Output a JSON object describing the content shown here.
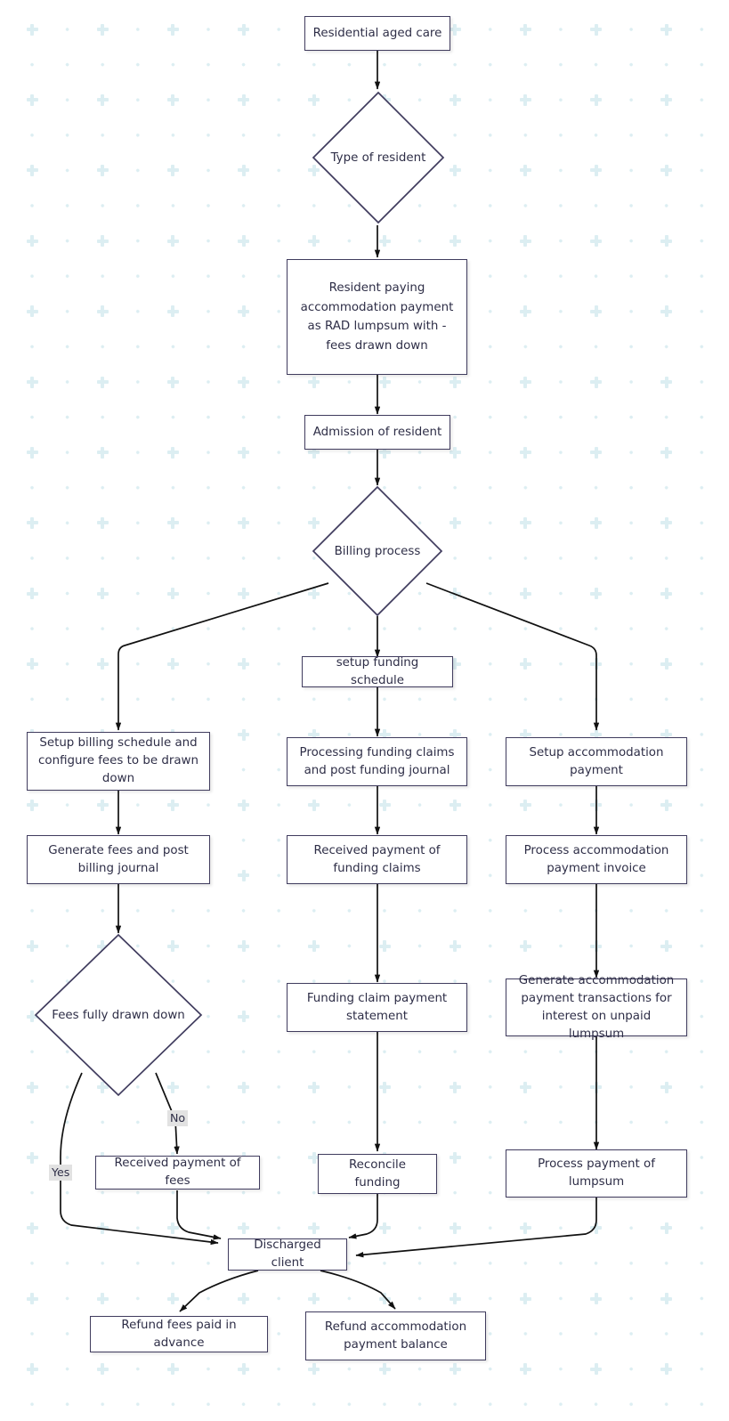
{
  "diagram": {
    "title": "Residential aged care billing flowchart",
    "colors": {
      "node_border": "#403c5e",
      "node_fill": "#ffffff",
      "text": "#2e2e47",
      "edge": "#111111",
      "grid_dot": "#dceef2",
      "edge_label_bg": "#e2e2e2"
    },
    "nodes": {
      "start": {
        "label": "Residential aged care",
        "shape": "rect"
      },
      "type_of_resident": {
        "label": "Type of resident",
        "shape": "diamond"
      },
      "resident_paying": {
        "label": "Resident paying accommodation payment as RAD lumpsum with - fees drawn down",
        "shape": "rect"
      },
      "admission": {
        "label": "Admission of resident",
        "shape": "rect"
      },
      "billing_process": {
        "label": "Billing process",
        "shape": "diamond"
      },
      "setup_funding_schedule": {
        "label": "setup funding schedule",
        "shape": "rect"
      },
      "setup_billing_schedule": {
        "label": "Setup billing schedule and configure fees to be drawn down",
        "shape": "rect"
      },
      "processing_funding_claims": {
        "label": "Processing funding claims and post funding journal",
        "shape": "rect"
      },
      "setup_accommodation_payment": {
        "label": "Setup accommodation payment",
        "shape": "rect"
      },
      "generate_fees": {
        "label": "Generate fees and post billing journal",
        "shape": "rect"
      },
      "received_payment_funding": {
        "label": "Received payment of funding claims",
        "shape": "rect"
      },
      "process_accommodation_invoice": {
        "label": "Process accommodation payment invoice",
        "shape": "rect"
      },
      "fees_fully_drawn_down": {
        "label": "Fees fully drawn down",
        "shape": "diamond"
      },
      "funding_claim_statement": {
        "label": "Funding claim payment statement",
        "shape": "rect"
      },
      "generate_accommodation_transactions": {
        "label": "Generate accommodation payment transactions for interest on unpaid lumpsum",
        "shape": "rect"
      },
      "received_payment_fees": {
        "label": "Received payment of fees",
        "shape": "rect"
      },
      "reconcile_funding": {
        "label": "Reconcile funding",
        "shape": "rect"
      },
      "process_payment_lumpsum": {
        "label": "Process payment of lumpsum",
        "shape": "rect"
      },
      "discharged_client": {
        "label": "Discharged client",
        "shape": "rect"
      },
      "refund_fees": {
        "label": "Refund fees paid in advance",
        "shape": "rect"
      },
      "refund_accommodation": {
        "label": "Refund accommodation payment balance",
        "shape": "rect"
      }
    },
    "edge_labels": {
      "yes": "Yes",
      "no": "No"
    },
    "edges": [
      {
        "from": "start",
        "to": "type_of_resident",
        "label": ""
      },
      {
        "from": "type_of_resident",
        "to": "resident_paying",
        "label": ""
      },
      {
        "from": "resident_paying",
        "to": "admission",
        "label": ""
      },
      {
        "from": "admission",
        "to": "billing_process",
        "label": ""
      },
      {
        "from": "billing_process",
        "to": "setup_billing_schedule",
        "label": ""
      },
      {
        "from": "billing_process",
        "to": "setup_funding_schedule",
        "label": ""
      },
      {
        "from": "billing_process",
        "to": "setup_accommodation_payment",
        "label": ""
      },
      {
        "from": "setup_funding_schedule",
        "to": "processing_funding_claims",
        "label": ""
      },
      {
        "from": "setup_billing_schedule",
        "to": "generate_fees",
        "label": ""
      },
      {
        "from": "processing_funding_claims",
        "to": "received_payment_funding",
        "label": ""
      },
      {
        "from": "setup_accommodation_payment",
        "to": "process_accommodation_invoice",
        "label": ""
      },
      {
        "from": "generate_fees",
        "to": "fees_fully_drawn_down",
        "label": ""
      },
      {
        "from": "received_payment_funding",
        "to": "funding_claim_statement",
        "label": ""
      },
      {
        "from": "process_accommodation_invoice",
        "to": "generate_accommodation_transactions",
        "label": ""
      },
      {
        "from": "fees_fully_drawn_down",
        "to": "received_payment_fees",
        "label": "No"
      },
      {
        "from": "fees_fully_drawn_down",
        "to": "discharged_client",
        "label": "Yes"
      },
      {
        "from": "funding_claim_statement",
        "to": "reconcile_funding",
        "label": ""
      },
      {
        "from": "generate_accommodation_transactions",
        "to": "process_payment_lumpsum",
        "label": ""
      },
      {
        "from": "received_payment_fees",
        "to": "discharged_client",
        "label": ""
      },
      {
        "from": "reconcile_funding",
        "to": "discharged_client",
        "label": ""
      },
      {
        "from": "process_payment_lumpsum",
        "to": "discharged_client",
        "label": ""
      },
      {
        "from": "discharged_client",
        "to": "refund_fees",
        "label": ""
      },
      {
        "from": "discharged_client",
        "to": "refund_accommodation",
        "label": ""
      }
    ]
  }
}
